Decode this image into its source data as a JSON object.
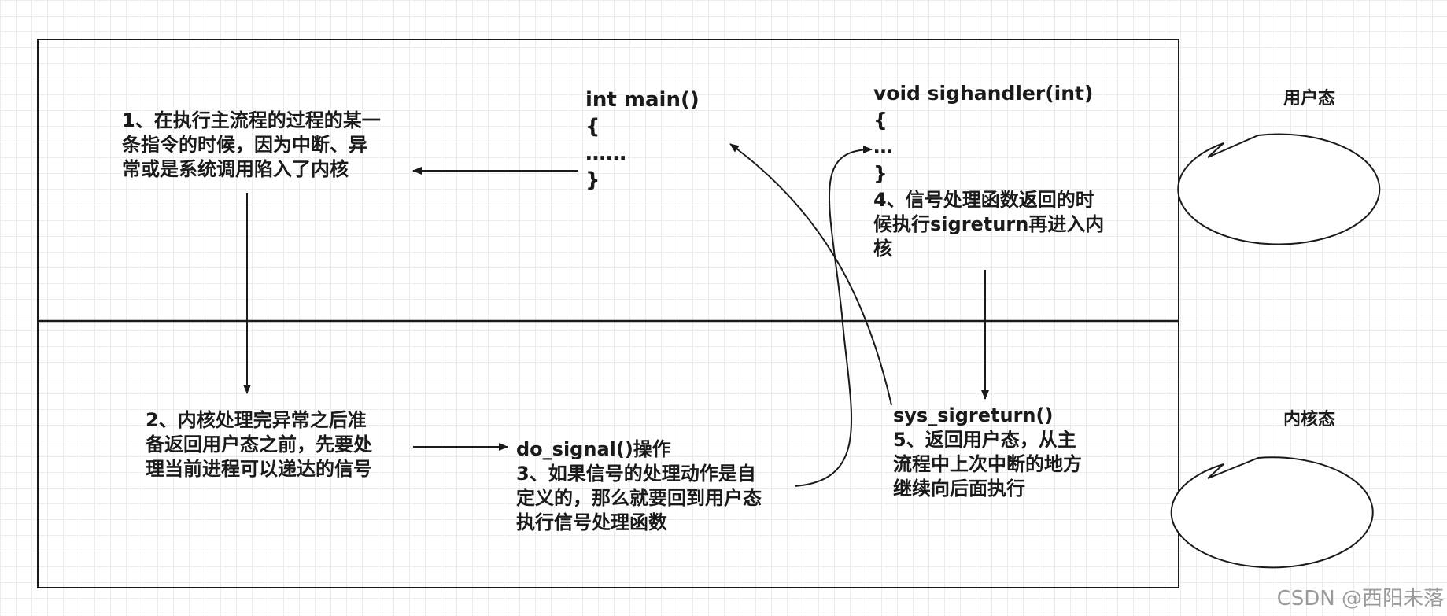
{
  "diagram": {
    "bubbles": {
      "user": "用户态",
      "kernel": "内核态"
    },
    "code": {
      "main": "int main()\n{\n      ……\n}",
      "handler": "void sighandler(int)\n{\n      …\n}"
    },
    "steps": {
      "s1": "1、在执行主流程的过程的某一\n条指令的时候，因为中断、异\n常或是系统调用陷入了内核",
      "s2": "2、内核处理完异常之后准\n备返回用户态之前，先要处\n理当前进程可以递达的信号",
      "s3": "do_signal()操作\n3、如果信号的处理动作是自\n定义的，那么就要回到用户态\n执行信号处理函数",
      "s4": "4、信号处理函数返回的时\n候执行sigreturn再进入内\n核",
      "s5": "sys_sigreturn()\n5、返回用户态，从主\n流程中上次中断的地方\n继续向后面执行"
    }
  },
  "watermark": "CSDN @西阳未落"
}
